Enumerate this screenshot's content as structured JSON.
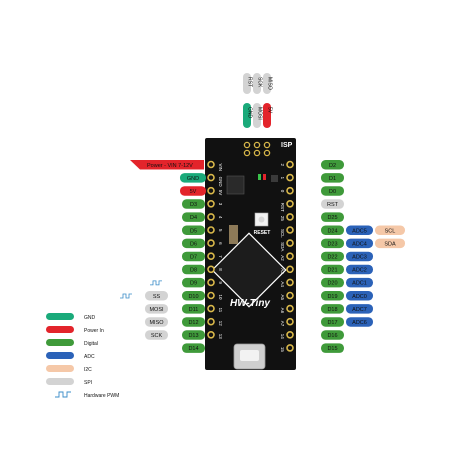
{
  "colors": {
    "gnd": "#1aaa7a",
    "power": "#e3242b",
    "digital": "#3f9a3a",
    "adc": "#2b62b8",
    "i2c": "#f5c8a8",
    "spi": "#d3d3d3",
    "pwm": "#3a8cc8",
    "board": "#111111"
  },
  "board": {
    "brand": "HW-Tiny",
    "reset_label": "RESET",
    "isp_label": "ISP",
    "silk_left": [
      "VIN",
      "GND",
      "5V",
      "3",
      "4",
      "5",
      "6",
      "7",
      "8",
      "9",
      "10",
      "11",
      "12",
      "13"
    ],
    "silk_right": [
      "2",
      "1",
      "0",
      "RST",
      "25",
      "SCL",
      "SDA",
      "A2",
      "A3",
      "A4",
      "A5",
      "A6",
      "A7",
      "14",
      "15"
    ]
  },
  "isp_header": [
    {
      "top": "RST",
      "bottom": "GND",
      "bottom_kind": "gnd"
    },
    {
      "top": "SCK",
      "bottom": "MOSI",
      "bottom_kind": "spi"
    },
    {
      "top": "MISO",
      "bottom": "5V",
      "bottom_kind": "power"
    }
  ],
  "left_pins": [
    {
      "label": "Power - VIN 7-12V",
      "kind": "power",
      "wide": true
    },
    {
      "label": "GND",
      "kind": "gnd",
      "wide": false
    },
    {
      "label": "5V",
      "kind": "power",
      "wide": false
    },
    {
      "label": "D3",
      "kind": "digital",
      "wide": false
    },
    {
      "label": "D4",
      "kind": "digital",
      "wide": false
    },
    {
      "label": "D5",
      "kind": "digital",
      "wide": false
    },
    {
      "label": "D6",
      "kind": "digital",
      "wide": false
    },
    {
      "label": "D7",
      "kind": "digital",
      "wide": false
    },
    {
      "label": "D8",
      "kind": "digital",
      "wide": false
    },
    {
      "label": "D9",
      "kind": "digital",
      "wide": false,
      "pwm": true
    },
    {
      "label": "D10",
      "kind": "digital",
      "wide": false,
      "pwm": true,
      "extra": "SS"
    },
    {
      "label": "D11",
      "kind": "digital",
      "wide": false,
      "extra": "MOSI"
    },
    {
      "label": "D12",
      "kind": "digital",
      "wide": false,
      "extra": "MISO"
    },
    {
      "label": "D13",
      "kind": "digital",
      "wide": false,
      "extra": "SCK"
    },
    {
      "label": "D14",
      "kind": "digital",
      "wide": false
    }
  ],
  "right_pins": [
    {
      "label": "D2",
      "kind": "digital"
    },
    {
      "label": "D1",
      "kind": "digital"
    },
    {
      "label": "D0",
      "kind": "digital"
    },
    {
      "label": "RST",
      "kind": "spi"
    },
    {
      "label": "D25",
      "kind": "digital"
    },
    {
      "label": "D24",
      "kind": "digital",
      "adc": "ADC5",
      "i2c": "SCL"
    },
    {
      "label": "D23",
      "kind": "digital",
      "adc": "ADC4",
      "i2c": "SDA"
    },
    {
      "label": "D22",
      "kind": "digital",
      "adc": "ADC3"
    },
    {
      "label": "D21",
      "kind": "digital",
      "adc": "ADC2"
    },
    {
      "label": "D20",
      "kind": "digital",
      "adc": "ADC1"
    },
    {
      "label": "D19",
      "kind": "digital",
      "adc": "ADC0"
    },
    {
      "label": "D18",
      "kind": "digital",
      "adc": "ADC7"
    },
    {
      "label": "D17",
      "kind": "digital",
      "adc": "ADC6"
    },
    {
      "label": "D16",
      "kind": "digital"
    },
    {
      "label": "D15",
      "kind": "digital"
    }
  ],
  "legend": [
    {
      "label": "GND",
      "kind": "gnd"
    },
    {
      "label": "Power In",
      "kind": "power"
    },
    {
      "label": "Digital",
      "kind": "digital"
    },
    {
      "label": "ADC",
      "kind": "adc"
    },
    {
      "label": "I2C",
      "kind": "i2c"
    },
    {
      "label": "SPI",
      "kind": "spi"
    },
    {
      "label": "Hardware PWM",
      "kind": "pwm"
    }
  ]
}
